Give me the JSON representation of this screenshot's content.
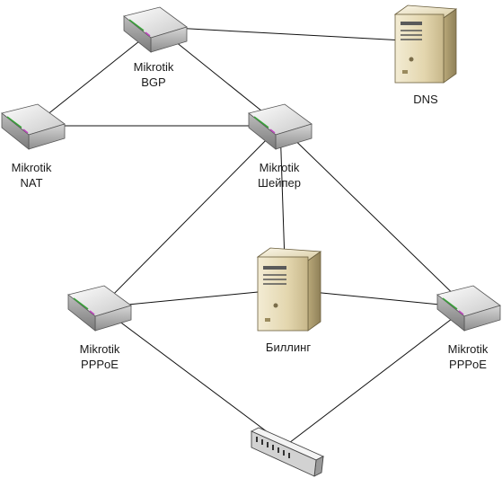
{
  "nodes": [
    {
      "id": "bgp",
      "kind": "router",
      "label_line1": "Mikrotik",
      "label_line2": "BGP"
    },
    {
      "id": "nat",
      "kind": "router",
      "label_line1": "Mikrotik",
      "label_line2": "NAT"
    },
    {
      "id": "shaper",
      "kind": "router",
      "label_line1": "Mikrotik",
      "label_line2": "Шейпер"
    },
    {
      "id": "dns",
      "kind": "server",
      "label_line1": "DNS",
      "label_line2": ""
    },
    {
      "id": "billing",
      "kind": "server",
      "label_line1": "Биллинг",
      "label_line2": ""
    },
    {
      "id": "pppoe_left",
      "kind": "router",
      "label_line1": "Mikrotik",
      "label_line2": "PPPoE"
    },
    {
      "id": "pppoe_right",
      "kind": "router",
      "label_line1": "Mikrotik",
      "label_line2": "PPPoE"
    },
    {
      "id": "switch",
      "kind": "switch",
      "label_line1": "",
      "label_line2": ""
    }
  ],
  "links": [
    [
      "bgp",
      "dns"
    ],
    [
      "bgp",
      "nat"
    ],
    [
      "bgp",
      "shaper"
    ],
    [
      "nat",
      "shaper"
    ],
    [
      "shaper",
      "billing"
    ],
    [
      "shaper",
      "pppoe_left"
    ],
    [
      "shaper",
      "pppoe_right"
    ],
    [
      "pppoe_left",
      "billing"
    ],
    [
      "billing",
      "pppoe_right"
    ],
    [
      "pppoe_left",
      "switch"
    ],
    [
      "pppoe_right",
      "switch"
    ]
  ]
}
